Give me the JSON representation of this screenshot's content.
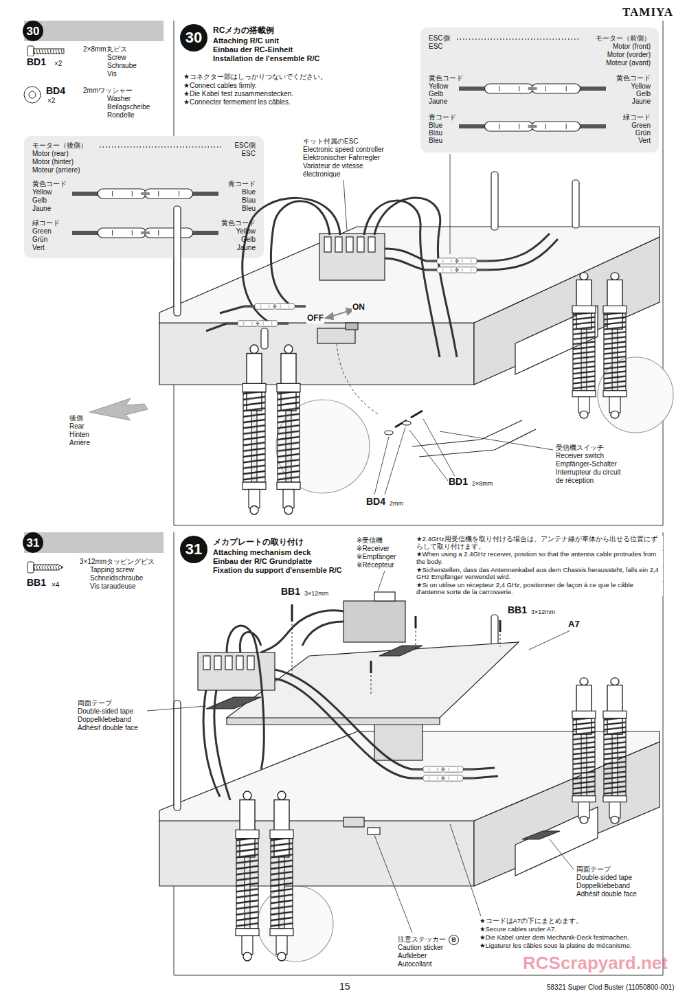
{
  "diagram": {
    "nodes": [
      {
        "text": [
          "30"
        ]
      },
      {
        "text": [
          "RCメカの搭載例",
          "Attaching R/C unit",
          "Einbau der RC-Einheit",
          "Installation de l'ensemble R/C",
          "★コネクター部はしっかりつないでください。",
          "★Connect cables firmly.",
          "★Die Kabel fest zusammenstecken.",
          "★Connecter fermement les câbles."
        ]
      },
      {
        "text": [
          "30"
        ],
        "in": 1
      },
      {
        "text": [
          "ESC側",
          "ESC",
          "モーター（前側）",
          "Motor (front)",
          "Motor (vorder)",
          "Moteur (avant)",
          "黄色コード",
          "Yellow",
          "Gelb",
          "Jaune",
          "黄色コード",
          "Yellow",
          "Gelb",
          "Jaune",
          "青コード",
          "Blue",
          "Blau",
          "Bleu",
          "緑コード",
          "Green",
          "Grün",
          "Vert"
        ],
        "in": 1
      },
      {
        "text": [
          "モーター（後側）",
          "Motor (rear)",
          "Motor (hinter)",
          "Moteur (arriere)",
          "ESC側",
          "ESC",
          "黄色コード",
          "Yellow",
          "Gelb",
          "Jaune",
          "青コード",
          "Blue",
          "Blau",
          "Bleu",
          "緑コード",
          "Green",
          "Grün",
          "Vert",
          "黄色コード",
          "Yellow",
          "Gelb",
          "Jaune"
        ]
      },
      {
        "text": [
          "31"
        ]
      },
      {
        "text": [
          "メカプレートの取り付け",
          "Attaching mechanism deck",
          "Einbau der R/C Grundplatte",
          "Fixation du support d'ensemble R/C"
        ]
      },
      {
        "text": [
          "31"
        ],
        "in": 6
      }
    ],
    "labels": [
      "TAMIYA",
      "BD1",
      "×2",
      "2×8mm丸ビス",
      "Screw",
      "Schraube",
      "Vis",
      "BD4",
      "×2",
      "2mmワッシャー",
      "Washer",
      "Beilagscheibe",
      "Rondelle",
      "キット付属のESC",
      "Electronic speed controller",
      "Elektronischer Fahrregler",
      "Variateur de vitesse",
      "électronique",
      "OFF",
      "ON",
      "後側",
      "Rear",
      "Hinten",
      "Arrière",
      "受信機スイッチ",
      "Receiver switch",
      "Empfänger-Schalter",
      "Interrupteur du circuit",
      "de réception",
      "BD1",
      "2×8mm",
      "BD4",
      "2mm",
      "3×12mmタッピングビス",
      "Tapping screw",
      "Schneidschraube",
      "Vis taraudeuse",
      "BB1",
      "×4",
      "※受信機",
      "※Receiver",
      "※Empfänger",
      "※Récepteur",
      "★2.4GHz用受信機を取り付ける場合は、アンテナ線が車体から出せる位置にずらして取り付けます。",
      "★When using a 2.4GHz receiver, position so that the antenna cable protrudes from the body.",
      "★Sicherstellen, dass das Antennenkabel aus dem Chassis heraussteht, falls ein 2,4 GHz Empfänger verwendet wird.",
      "★Si on utilise un récepteur 2,4 GHz, positionner de façon à ce que le câble d'antenne sorte de la carrosserie.",
      "BB1",
      "3×12mm",
      "BB1",
      "3×12mm",
      "A7",
      "両面テープ",
      "Double-sided tape",
      "Doppelklebeband",
      "Adhésif double face",
      "両面テープ",
      "Double-sided tape",
      "Doppelklebeband",
      "Adhésif double face",
      "★コードはA7の下にまとめます。",
      "★Secure cables under A7.",
      "★Die Kabel unter dem Mechanik-Deck festmachen.",
      "★Ligaturer les câbles sous la platine de mécanisme.",
      "注意ステッカー",
      "B",
      "Caution sticker",
      "Aufkleber",
      "Autocollant",
      "15",
      "58321 Super Clod Buster (11050800-001)",
      "RCScrapyard.net"
    ]
  }
}
